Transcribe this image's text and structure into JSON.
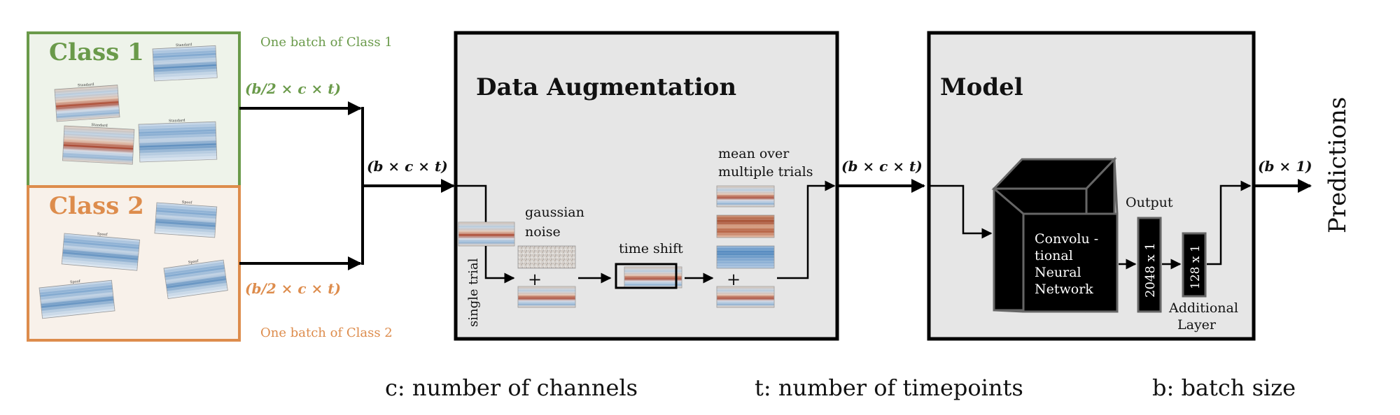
{
  "class1": {
    "title": "Class 1",
    "batch_label": "One batch of Class 1",
    "dims": "(b/2 × c × t)",
    "color": "#6a9a4a",
    "fill": "#eef3ea",
    "thumbnail_caption": "Standard"
  },
  "class2": {
    "title": "Class 2",
    "batch_label": "One batch of Class 2",
    "dims": "(b/2 × c × t)",
    "color": "#dd8c4c",
    "fill": "#f8f1ea",
    "thumbnail_caption": "Spoof"
  },
  "merged_dims": "(b × c × t)",
  "augmentation": {
    "title": "Data Augmentation",
    "single_trial": "single trial",
    "gaussian_noise_line1": "gaussian",
    "gaussian_noise_line2": "noise",
    "plus": "+",
    "time_shift": "time shift",
    "mean_line1": "mean over",
    "mean_line2": "multiple trials",
    "plus2": "+"
  },
  "augmented_dims": "(b × c × t)",
  "model": {
    "title": "Model",
    "cnn_line1": "Convolu -",
    "cnn_line2": "tional",
    "cnn_line3": "Neural",
    "cnn_line4": "Network",
    "output_label": "Output",
    "layer1": "2048 x 1",
    "layer2": "128 x 1",
    "additional_line1": "Additional",
    "additional_line2": "Layer"
  },
  "output_dims": "(b × 1)",
  "predictions": "Predictions",
  "legend": {
    "c": "c: number of channels",
    "t": "t: number of timepoints",
    "b": "b: batch size"
  }
}
